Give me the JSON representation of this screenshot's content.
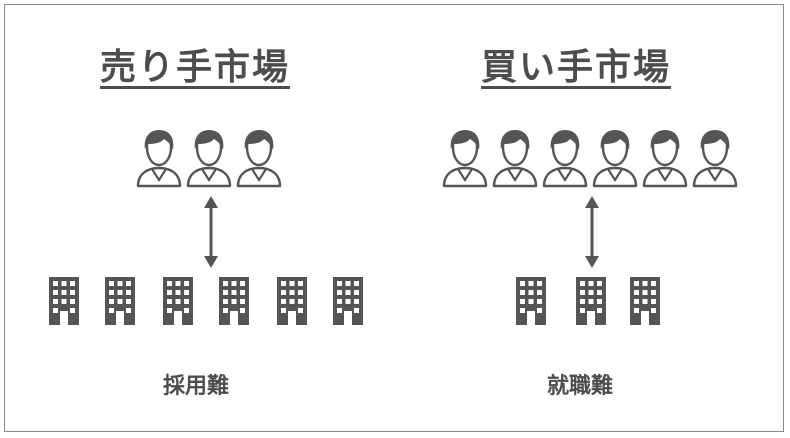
{
  "left_panel": {
    "title": "売り手市場",
    "caption": "採用難"
  },
  "right_panel": {
    "title": "買い手市場",
    "caption": "就職難"
  },
  "icons": {
    "person": "person-icon",
    "building": "building-icon",
    "arrow": "double-arrow-vertical-icon"
  },
  "colors": {
    "icon": "#555555",
    "text": "#4d4d4d",
    "border": "#8a8a8a"
  }
}
